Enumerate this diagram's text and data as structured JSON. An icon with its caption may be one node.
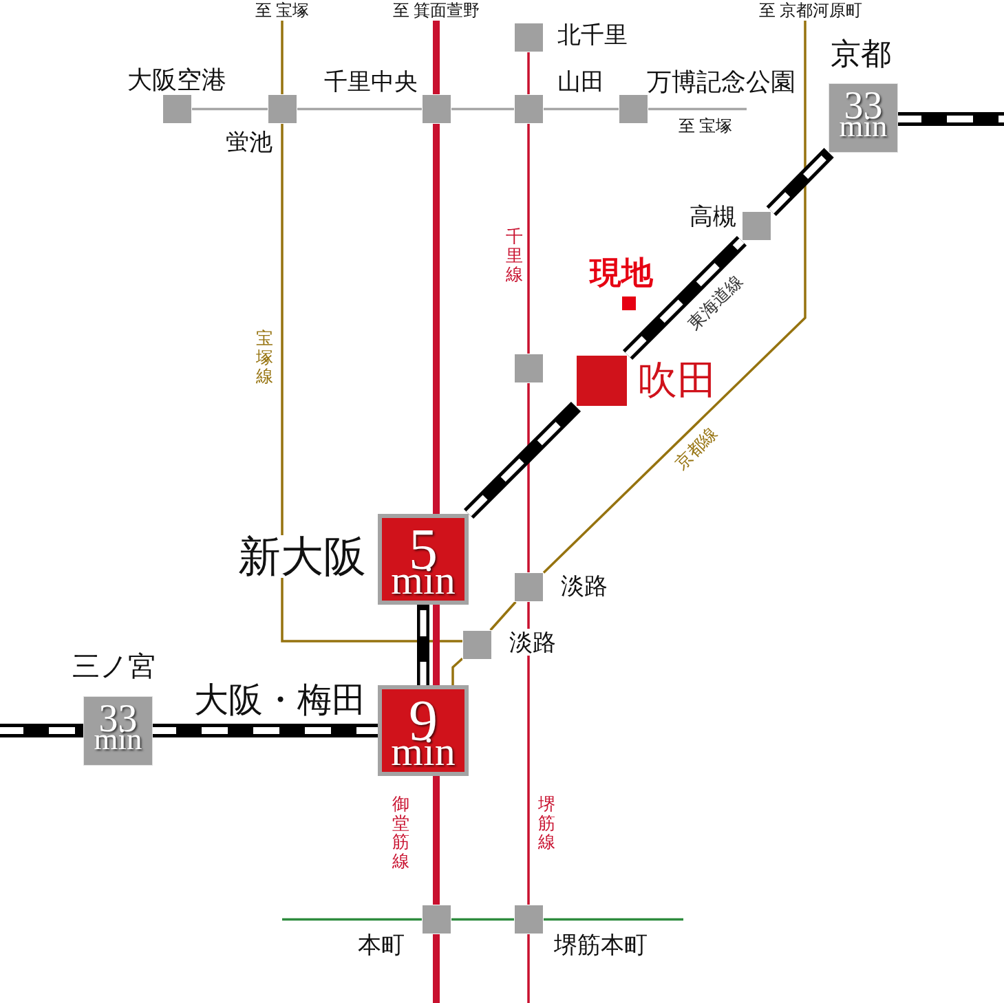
{
  "diagram": {
    "nodes": [
      {
        "text": [
          "至 宝塚"
        ]
      },
      {
        "text": [
          "至 箕面萱野"
        ]
      },
      {
        "text": [],
        "shape": "box",
        "beside": [
          "北千里"
        ]
      },
      {
        "text": [
          "至 京都河原町"
        ]
      },
      {
        "text": [
          "33 min"
        ],
        "beside": [
          "京都"
        ]
      },
      {
        "text": [],
        "shape": "box",
        "beside": [
          "大阪空港"
        ]
      },
      {
        "text": [],
        "shape": "box",
        "beside": [
          "蛍池"
        ]
      },
      {
        "text": [],
        "shape": "box",
        "beside": [
          "千里中央"
        ]
      },
      {
        "text": [],
        "shape": "box",
        "beside": [
          "山田"
        ]
      },
      {
        "text": [],
        "shape": "box",
        "beside": [
          "万博記念公園"
        ]
      },
      {
        "text": [],
        "shape": "box",
        "beside": [
          "高槻"
        ]
      },
      {
        "text": [],
        "shape": "box",
        "beside": [
          "現地"
        ]
      },
      {
        "text": [],
        "shape": "box"
      },
      {
        "text": [],
        "shape": "box",
        "beside": [
          "吹田"
        ]
      },
      {
        "text": [
          "5 min"
        ],
        "beside": [
          "新大阪"
        ]
      },
      {
        "text": [],
        "shape": "box",
        "beside": [
          "淡路"
        ]
      },
      {
        "text": [],
        "shape": "box",
        "beside": [
          "淡路"
        ]
      },
      {
        "text": [
          "33 min"
        ],
        "beside": [
          "三ノ宮"
        ]
      },
      {
        "text": [
          "9 min"
        ],
        "beside": [
          "大阪・梅田"
        ]
      },
      {
        "text": [],
        "shape": "box",
        "beside": [
          "本町"
        ]
      },
      {
        "text": [],
        "shape": "box",
        "beside": [
          "堺筋本町"
        ]
      }
    ],
    "edges": [
      {
        "from": 0,
        "to": 6,
        "arrow": "none",
        "color": "#96730f"
      },
      {
        "from": 6,
        "to": 16,
        "arrow": "none",
        "color": "#96730f",
        "label": "宝塚線"
      },
      {
        "from": 1,
        "to": 7,
        "arrow": "none",
        "style": "thick",
        "color": "#c8102e"
      },
      {
        "from": 7,
        "to": 14,
        "arrow": "none",
        "style": "thick",
        "color": "#c8102e"
      },
      {
        "from": 14,
        "to": 18,
        "arrow": "none",
        "style": "thick",
        "color": "#c8102e"
      },
      {
        "from": 18,
        "to": 19,
        "arrow": "none",
        "style": "thick",
        "color": "#c8102e",
        "label": "御堂筋線"
      },
      {
        "from": 19,
        "to": null,
        "arrow": "none",
        "style": "thick",
        "color": "#c8102e"
      },
      {
        "from": 2,
        "to": 8,
        "arrow": "none",
        "color": "#c8102e"
      },
      {
        "from": 8,
        "to": 12,
        "arrow": "none",
        "color": "#c8102e",
        "label": "千里線"
      },
      {
        "from": 12,
        "to": 15,
        "arrow": "none",
        "color": "#c8102e"
      },
      {
        "from": 15,
        "to": 20,
        "arrow": "none",
        "color": "#c8102e",
        "label": "堺筋線"
      },
      {
        "from": 20,
        "to": null,
        "arrow": "none",
        "color": "#c8102e"
      },
      {
        "from": 5,
        "to": 6,
        "arrow": "none",
        "color": "#a6a6a6"
      },
      {
        "from": 6,
        "to": 7,
        "arrow": "none",
        "color": "#a6a6a6"
      },
      {
        "from": 7,
        "to": 8,
        "arrow": "none",
        "color": "#a6a6a6"
      },
      {
        "from": 8,
        "to": 9,
        "arrow": "none",
        "color": "#a6a6a6"
      },
      {
        "from": 9,
        "to": null,
        "arrow": "none",
        "color": "#a6a6a6"
      },
      {
        "from": 3,
        "to": 15,
        "arrow": "none",
        "color": "#96730f",
        "label": "京都線"
      },
      {
        "from": 15,
        "to": 16,
        "arrow": "none",
        "color": "#96730f"
      },
      {
        "from": 16,
        "to": 18,
        "arrow": "none",
        "color": "#96730f"
      },
      {
        "from": null,
        "to": 17,
        "arrow": "none",
        "style": "thick",
        "color": "#000000"
      },
      {
        "from": 17,
        "to": 18,
        "arrow": "none",
        "style": "thick",
        "color": "#000000"
      },
      {
        "from": 18,
        "to": 14,
        "arrow": "none",
        "style": "thick",
        "color": "#000000"
      },
      {
        "from": 14,
        "to": 13,
        "arrow": "none",
        "style": "thick",
        "color": "#000000"
      },
      {
        "from": 13,
        "to": 10,
        "arrow": "none",
        "style": "thick",
        "color": "#000000",
        "label": "東海道線"
      },
      {
        "from": 10,
        "to": 4,
        "arrow": "none",
        "style": "thick",
        "color": "#000000"
      },
      {
        "from": 4,
        "to": null,
        "arrow": "none",
        "style": "thick",
        "color": "#000000"
      },
      {
        "from": null,
        "to": 19,
        "arrow": "none",
        "color": "#2e8b3e"
      },
      {
        "from": 19,
        "to": 20,
        "arrow": "none",
        "color": "#2e8b3e"
      },
      {
        "from": 20,
        "to": null,
        "arrow": "none",
        "color": "#2e8b3e"
      }
    ],
    "labels": [
      "至 宝塚"
    ]
  }
}
